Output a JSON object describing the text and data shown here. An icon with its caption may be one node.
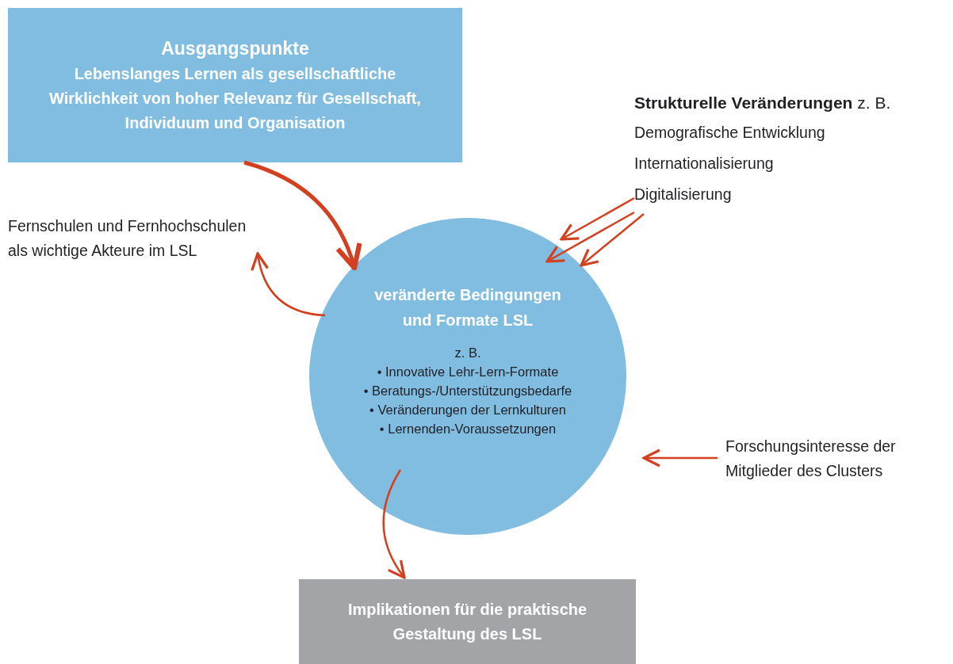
{
  "diagram": {
    "nodes": [
      {
        "text": [
          "Ausgangspunkte",
          "Lebenslanges Lernen als gesellschaftliche Wirklichkeit von hoher Relevanz für Gesellschaft, Individuum und Organisation"
        ]
      },
      {
        "text": [
          "**Strukturelle Veränderungen** z. B.",
          "Demografische Entwicklung",
          "Internationalisierung",
          "Digitalisierung"
        ]
      },
      {
        "text": [
          "Fernschulen und Fernhochschulen als wichtige Akteure im LSL"
        ]
      },
      {
        "text": [
          "veränderte Bedingungen und Formate LSL",
          "z. B.",
          "• Innovative Lehr-Lern-Formate",
          "• Beratungs-/Unterstützungsbedarfe",
          "• Veränderungen der Lernkulturen",
          "• Lernenden-Voraussetzungen"
        ]
      },
      {
        "text": [
          "Forschungsinteresse der Mitglieder des Clusters"
        ]
      },
      {
        "text": [
          "Implikationen für die praktische Gestaltung des LSL"
        ]
      }
    ],
    "edges": [
      {
        "from": 0,
        "to": 3,
        "arrow": "to",
        "style": "thick"
      },
      {
        "from": 3,
        "to": 2,
        "arrow": "to"
      },
      {
        "from": 1,
        "to": 3,
        "arrow": "to"
      },
      {
        "from": 1,
        "to": 3,
        "arrow": "to"
      },
      {
        "from": 1,
        "to": 3,
        "arrow": "to"
      },
      {
        "from": 4,
        "to": 3,
        "arrow": "to"
      },
      {
        "from": 3,
        "to": 5,
        "arrow": "to"
      }
    ]
  }
}
